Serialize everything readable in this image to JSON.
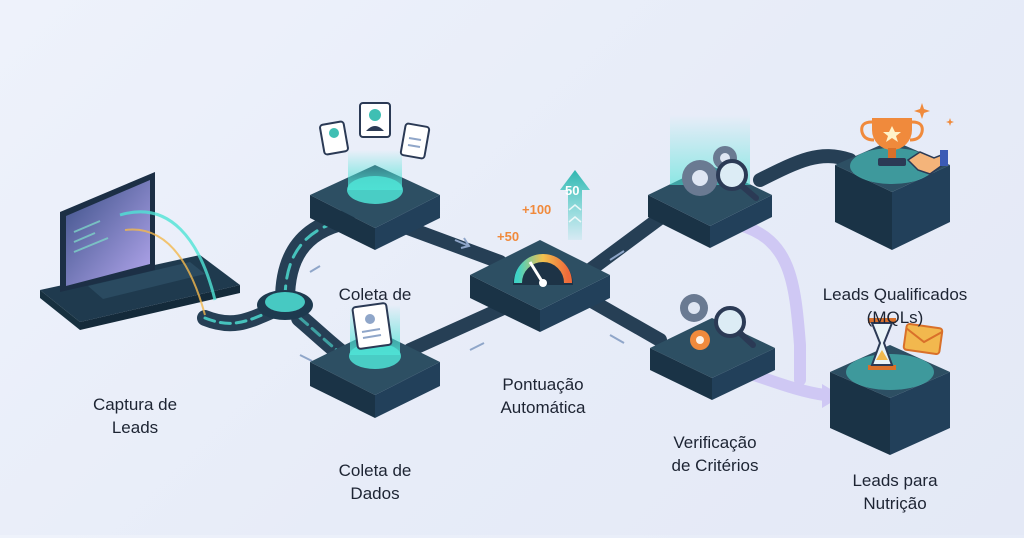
{
  "stages": {
    "capture": {
      "line1": "Captura de",
      "line2": "Leads"
    },
    "collect_top": {
      "line1": "Coleta de"
    },
    "collect_bottom": {
      "line1": "Coleta de",
      "line2": "Dados"
    },
    "scoring": {
      "line1": "Pontuação",
      "line2": "Automática"
    },
    "criteria": {
      "line1": "Verificação",
      "line2": "de Critérios"
    },
    "qualified": {
      "line1": "Leads Qualificados",
      "line2": "(MQLs)"
    },
    "nurture": {
      "line1": "Leads para",
      "line2": "Nutrição"
    }
  },
  "score_tags": {
    "plus50": "+50",
    "plus100": "+100",
    "fifty": "50"
  },
  "colors": {
    "platform_top": "#2d4f63",
    "platform_side": "#1a3346",
    "cyan_glow": "#4fe3d6",
    "pipe": "#263f55",
    "lavender_arrow": "#c9c2f2",
    "orange": "#f08a3c"
  }
}
